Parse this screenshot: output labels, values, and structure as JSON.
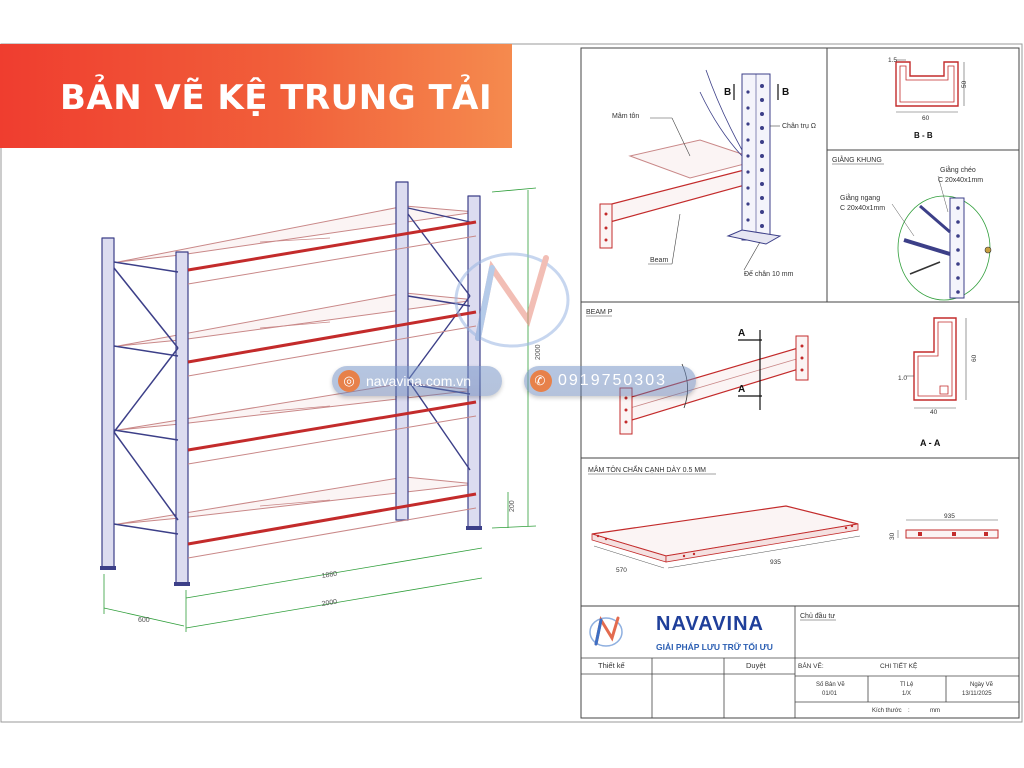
{
  "banner": {
    "title": "BẢN VẼ KỆ TRUNG TẢI"
  },
  "colors": {
    "frame": "#3c3f88",
    "beam": "#c32b2b",
    "dim": "#2f9e3a",
    "banner_start": "#ef3d2f",
    "banner_end": "#f58a4e"
  },
  "left_view": {
    "height_total": "2000",
    "height_first": "200",
    "length_inner": "1880",
    "length_total": "2000",
    "depth": "600"
  },
  "panel_detail": {
    "label_tray": "Mâm tôn",
    "label_post": "Chân trụ Ω",
    "label_beam": "Beam",
    "label_foot": "Đế chân 10 mm",
    "section_letter": "B"
  },
  "panel_bb": {
    "dim_thick": "1.5",
    "dim_height": "50",
    "dim_width": "60",
    "caption": "B - B"
  },
  "panel_brace": {
    "title": "GIẰNG KHUNG",
    "diag_label": "Giằng chéo",
    "diag_spec": "C 20x40x1mm",
    "horiz_label": "Giằng ngang",
    "horiz_spec": "C 20x40x1mm"
  },
  "panel_beam": {
    "title": "BEAM P",
    "section_letter": "A"
  },
  "panel_aa": {
    "dim_height": "60",
    "dim_thick": "1.0",
    "dim_width": "40",
    "caption": "A - A"
  },
  "panel_tray": {
    "title": "MÂM TÔN CHẤN CẠNH DÀY 0.5 MM",
    "dim_depth": "570",
    "dim_length": "935",
    "dim_side_length": "935",
    "dim_side_height": "30"
  },
  "titleblock": {
    "brand": "NAVAVINA",
    "slogan": "GIẢI PHÁP LƯU TRỮ TỐI ƯU",
    "owner_label": "Chủ đầu tư",
    "design_label": "Thiết kế",
    "approve_label": "Duyệt",
    "drawing_label": "BẢN VẼ:",
    "drawing_value": "CHI TIẾT KỆ",
    "sheet_no_label": "Số Bản Vẽ",
    "sheet_no_value": "01/01",
    "scale_label": "Tỉ Lệ",
    "scale_value": "1/X",
    "date_label": "Ngày Vẽ",
    "date_value": "13/11/2025",
    "size_label": "Kích thước",
    "size_sep": ":",
    "size_unit": "mm"
  },
  "watermark": {
    "website": "navavina.com.vn",
    "phone": "0919750303",
    "web_icon": "globe-icon",
    "phone_icon": "phone-icon"
  }
}
